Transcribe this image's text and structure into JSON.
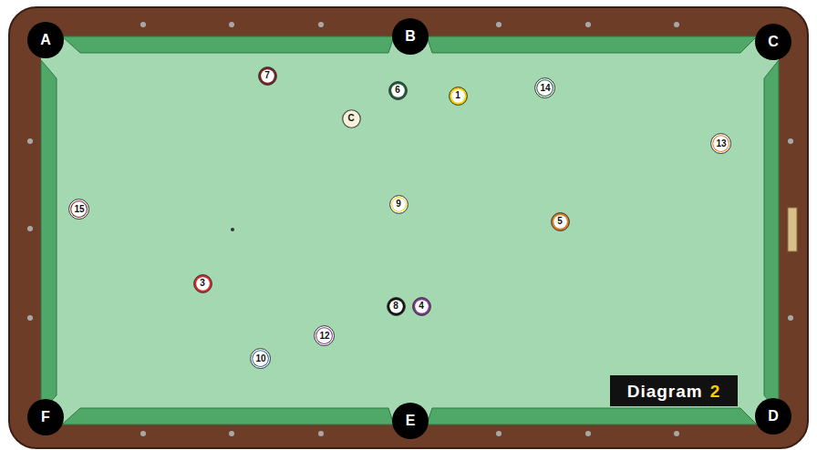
{
  "diagram": {
    "nodes": [
      {
        "text": [
          "A"
        ]
      },
      {
        "text": [
          "B"
        ]
      },
      {
        "text": [
          "C"
        ]
      },
      {
        "text": [
          "7"
        ]
      },
      {
        "text": [
          "6"
        ]
      },
      {
        "text": [
          "14"
        ]
      },
      {
        "text": [
          "1"
        ]
      },
      {
        "text": [
          "C"
        ]
      },
      {
        "text": [
          "13"
        ]
      },
      {
        "text": [
          "15"
        ]
      },
      {
        "text": [
          "9"
        ]
      },
      {
        "text": [
          "5"
        ]
      },
      {
        "text": [
          "3"
        ]
      },
      {
        "text": [
          "8"
        ]
      },
      {
        "text": [
          "4"
        ]
      },
      {
        "text": [
          "12"
        ]
      },
      {
        "text": [
          "10"
        ]
      },
      {
        "text": [
          "Diagram",
          "2"
        ]
      },
      {
        "text": [
          "F"
        ]
      },
      {
        "text": [
          "E"
        ]
      },
      {
        "text": [
          "D"
        ]
      }
    ]
  }
}
